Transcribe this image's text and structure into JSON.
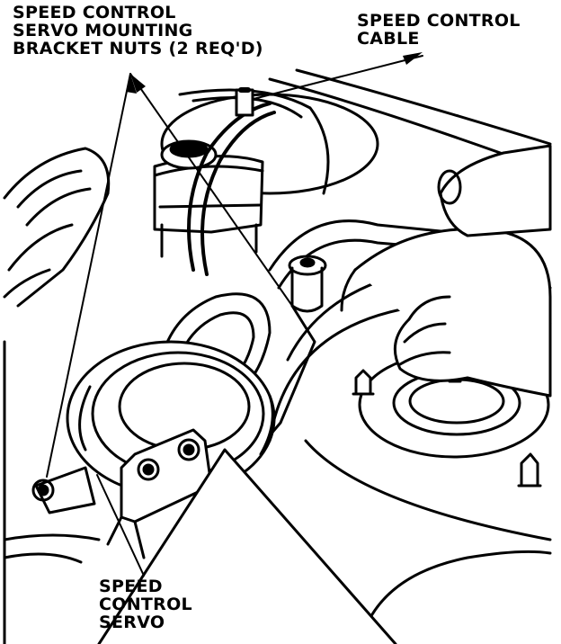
{
  "labels": {
    "bracket_nuts": {
      "line1": "SPEED CONTROL",
      "line2": "SERVO MOUNTING",
      "line3": "BRACKET NUTS (2 REQ'D)"
    },
    "cable": {
      "line1": "SPEED CONTROL",
      "line2": "CABLE"
    },
    "servo": {
      "line1": "SPEED",
      "line2": "CONTROL",
      "line3": "SERVO"
    }
  },
  "colors": {
    "ink": "#000000",
    "paper": "#ffffff"
  }
}
